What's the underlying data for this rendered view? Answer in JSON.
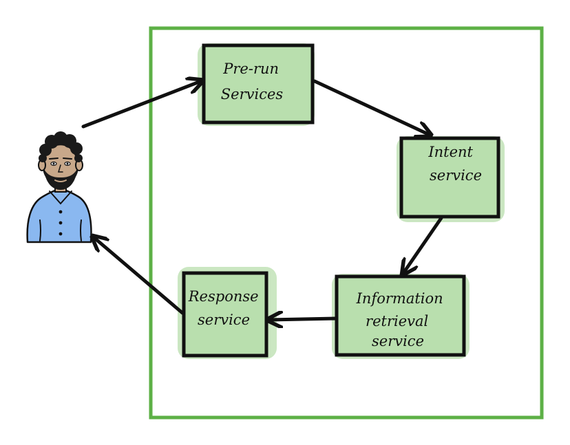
{
  "diagram": {
    "boundary_color": "#5db046",
    "box_fill": "#b9dfae",
    "box_stroke": "#111111",
    "arrow_color": "#111111",
    "nodes": [
      {
        "id": "pre_run",
        "lines": [
          "Pre-run",
          "Services"
        ]
      },
      {
        "id": "intent",
        "lines": [
          "Intent",
          "service"
        ]
      },
      {
        "id": "information_retrieval",
        "lines": [
          "Information",
          "retrieval",
          "service"
        ]
      },
      {
        "id": "response",
        "lines": [
          "Response",
          "service"
        ]
      }
    ],
    "user": {
      "icon": "person-icon",
      "skin_color": "#c8a88a",
      "hair_color": "#1a1a1a",
      "shirt_color": "#8ab8f0"
    }
  }
}
